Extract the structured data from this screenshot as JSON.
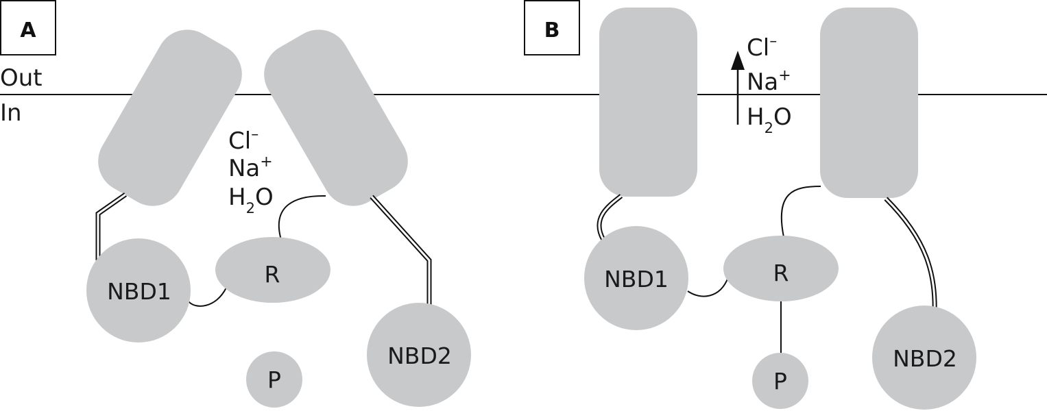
{
  "labels": {
    "out": "Out",
    "in": "In"
  },
  "panel_a": {
    "tag": "A",
    "domains": {
      "nbd1": "NBD1",
      "nbd2": "NBD2",
      "r": "R",
      "p": "P"
    },
    "ions": {
      "cl": "Cl",
      "cl_charge": "–",
      "na": "Na",
      "na_charge": "+",
      "h2o_h": "H",
      "h2o_sub": "2",
      "h2o_o": "O"
    }
  },
  "panel_b": {
    "tag": "B",
    "domains": {
      "nbd1": "NBD1",
      "nbd2": "NBD2",
      "r": "R",
      "p": "P"
    },
    "ions": {
      "cl": "Cl",
      "cl_charge": "–",
      "na": "Na",
      "na_charge": "+",
      "h2o_h": "H",
      "h2o_sub": "2",
      "h2o_o": "O"
    }
  },
  "colors": {
    "domain_fill": "#c8c9cb",
    "line": "#111111"
  }
}
